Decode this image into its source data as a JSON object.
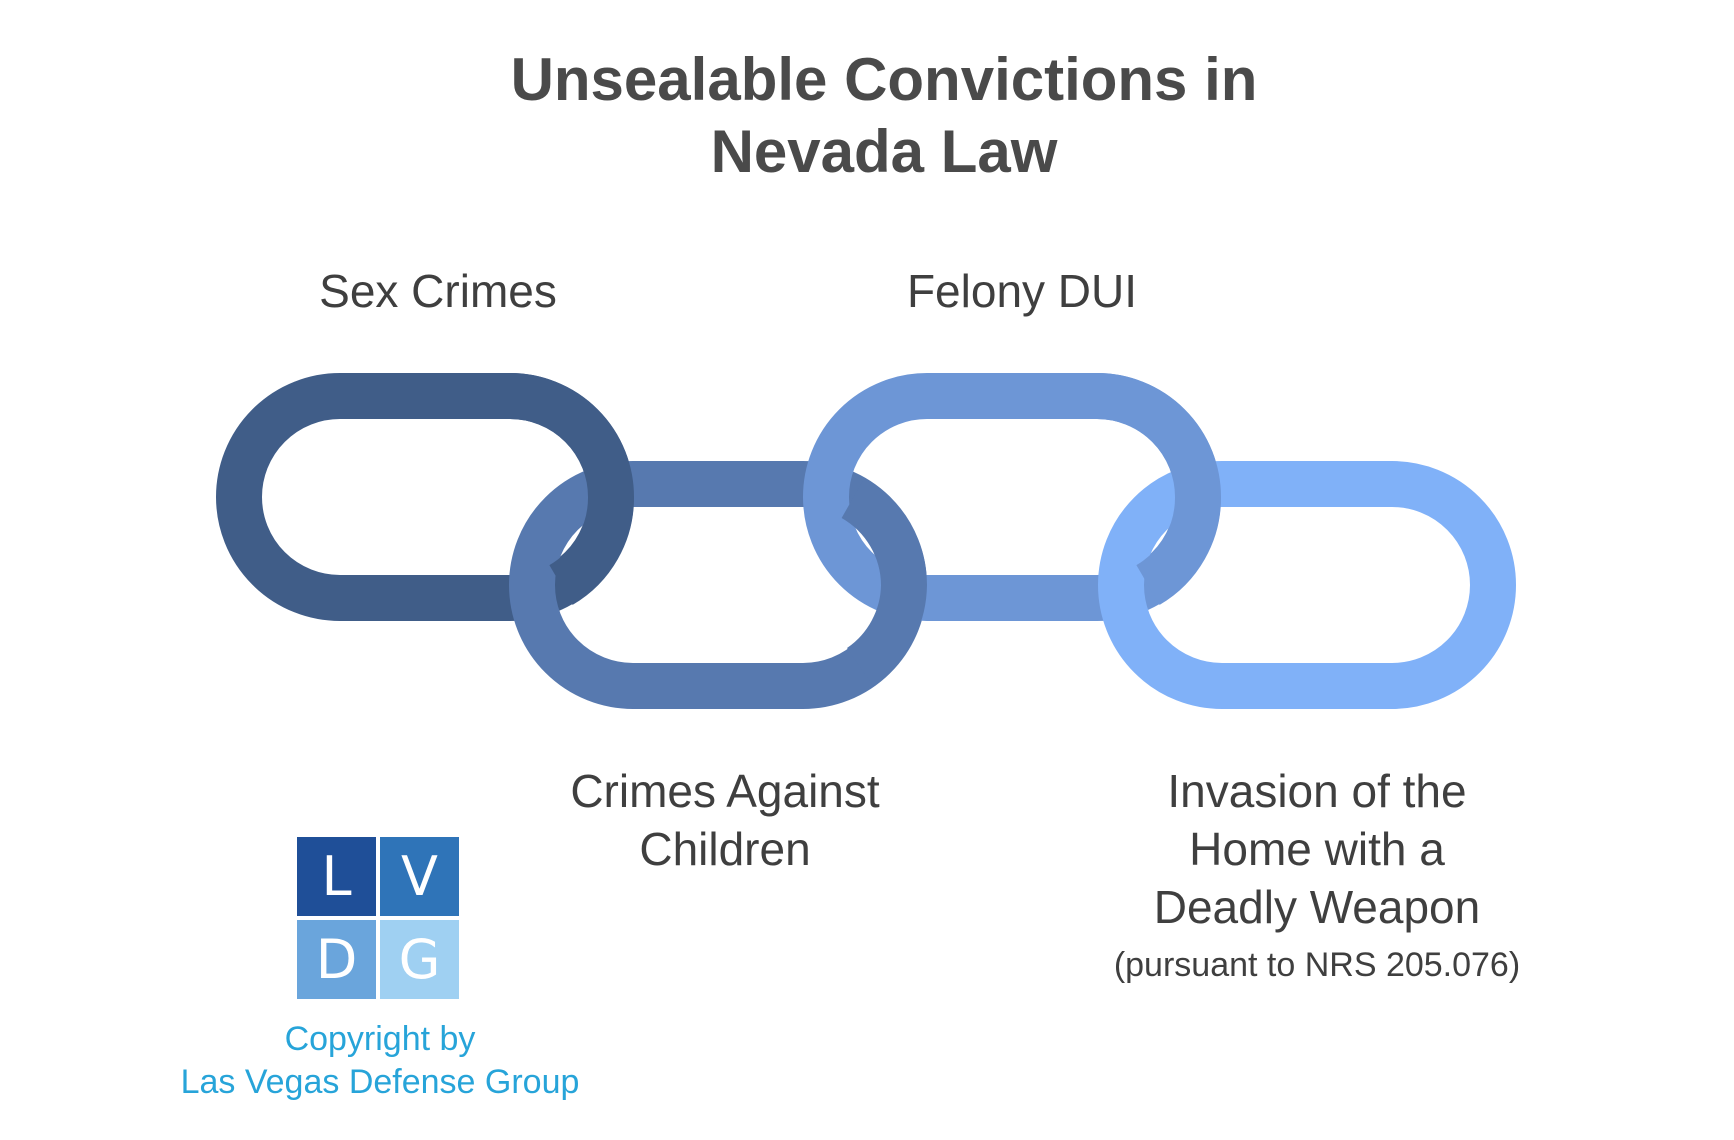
{
  "title": {
    "line1": "Unsealable Convictions in",
    "line2": "Nevada Law"
  },
  "links": [
    {
      "label_lines": [
        "Sex Crimes"
      ],
      "color": "#405d88"
    },
    {
      "label_lines": [
        "Crimes Against",
        "Children"
      ],
      "color": "#5779af"
    },
    {
      "label_lines": [
        "Felony DUI"
      ],
      "color": "#6d96d6"
    },
    {
      "label_lines": [
        "Invasion of the",
        "Home with a",
        "Deadly Weapon"
      ],
      "note": "(pursuant to NRS 205.076)",
      "color": "#80b1f8"
    }
  ],
  "logo": {
    "letters": [
      "L",
      "V",
      "D",
      "G"
    ],
    "colors": [
      "#1f4f98",
      "#2f74b8",
      "#6aa5dc",
      "#9fd0f2"
    ]
  },
  "copyright": {
    "line1": "Copyright by",
    "line2": "Las Vegas Defense Group"
  },
  "colors": {
    "title": "#4a4a4a",
    "label": "#3f3f3f",
    "copyright": "#27a4d9"
  }
}
